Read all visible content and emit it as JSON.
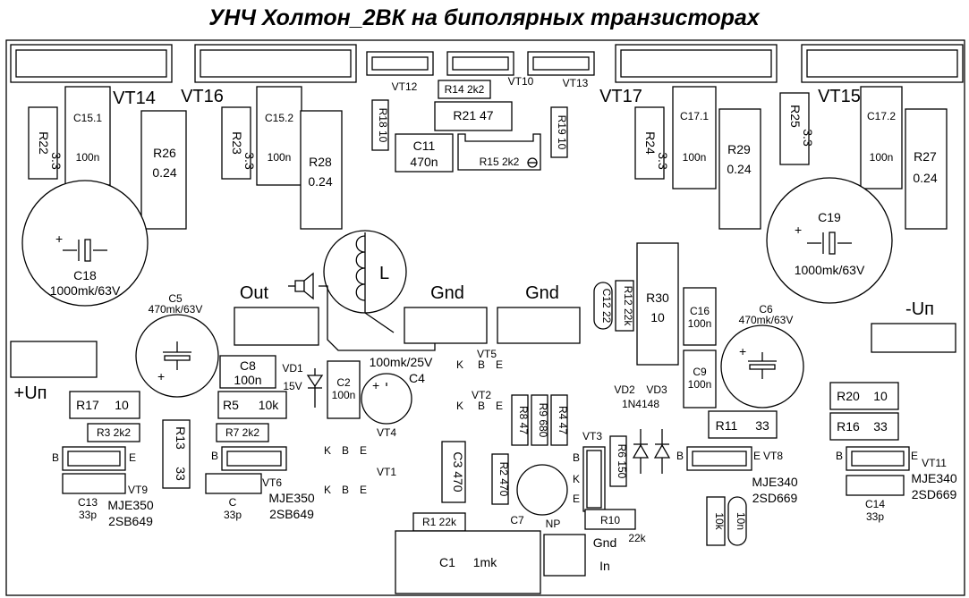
{
  "title": "УНЧ Холтон_2ВК на биполярных транзисторах",
  "labels": {
    "vt14": "VT14",
    "vt16": "VT16",
    "vt17": "VT17",
    "vt15": "VT15",
    "vt12": "VT12",
    "vt10": "VT10",
    "vt13": "VT13",
    "vt5": "VT5",
    "vt2": "VT2",
    "vt3": "VT3",
    "vt4": "VT4",
    "vt1": "VT1",
    "vt6": "VT6",
    "vt9": "VT9",
    "vt8": "VT8",
    "vt11": "VT11",
    "vd1": "VD1",
    "vd2": "VD2",
    "vd3": "VD3",
    "vd_type": "1N4148",
    "vd1_v": "15V",
    "out": "Out",
    "gnd1": "Gnd",
    "gnd2": "Gnd",
    "gnd3": "Gnd",
    "in": "In",
    "plus_up": "+Uп",
    "minus_up": "-Uп",
    "np": "NP",
    "coil": "L",
    "mje350a": "MJE350",
    "sb649a": "2SB649",
    "mje350b": "MJE350",
    "sb649b": "2SB649",
    "mje340a": "MJE340",
    "sd669a": "2SD669",
    "mje340b": "MJE340",
    "sd669b": "2SD669",
    "k": "K",
    "b": "B",
    "e": "E",
    "c_lat": "C",
    "r10_val": "22k"
  },
  "components": {
    "r22": "R22",
    "r22v": "3.3",
    "c151": "C15.1",
    "c151v": "100n",
    "r26": "R26",
    "r26v": "0.24",
    "r23": "R23",
    "r23v": "3.3",
    "c152": "C15.2",
    "c152v": "100n",
    "r28": "R28",
    "r28v": "0.24",
    "r18": "R18",
    "r18v": "10",
    "r14": "R14",
    "r14v": "2k2",
    "r21": "R21",
    "r21v": "47",
    "c11": "C11",
    "c11v": "470n",
    "r15": "R15",
    "r15v": "2k2",
    "r19": "R19",
    "r19v": "10",
    "r24": "R24",
    "r24v": "3.3",
    "c171": "C17.1",
    "c171v": "100n",
    "r29": "R29",
    "r29v": "0.24",
    "r25": "R25",
    "r25v": "3.3",
    "c172": "C17.2",
    "c172v": "100n",
    "r27": "R27",
    "r27v": "0.24",
    "c18": "C18",
    "c18v": "1000mk/63V",
    "c19": "C19",
    "c19v": "1000mk/63V",
    "c5": "C5",
    "c5v": "470mk/63V",
    "c6": "C6",
    "c6v": "470mk/63V",
    "c12": "C12",
    "c12v": "22",
    "r12": "R12",
    "r12v": "22k",
    "r30": "R30",
    "r30v": "10",
    "c16": "C16",
    "c16v": "100n",
    "c9": "C9",
    "c9v": "100n",
    "c8": "C8",
    "c8v": "100n",
    "c2": "C2",
    "c2v": "100n",
    "c4": "C4",
    "c4v": "100mk/25V",
    "r5": "R5",
    "r5v": "10k",
    "r17": "R17",
    "r17v": "10",
    "r3": "R3",
    "r3v": "2k2",
    "r7": "R7",
    "r7v": "2k2",
    "r13": "R13",
    "r13v": "33",
    "r8": "R8",
    "r8v": "47",
    "r9": "R9",
    "r9v": "680",
    "r4": "R4",
    "r4v": "47",
    "r6": "R6",
    "r6v": "150",
    "r2": "R2",
    "r2v": "470",
    "c3": "C3",
    "c3v": "470",
    "r1": "R1",
    "r1v": "22k",
    "c7": "C7",
    "r10": "R10",
    "c1": "C1",
    "c1v": "1mk",
    "r11": "R11",
    "r11v": "33",
    "r20": "R20",
    "r20v": "10",
    "r16": "R16",
    "r16v": "33",
    "c13": "C13",
    "c13v": "33p",
    "c14": "C14",
    "c14v": "33p",
    "c_lbl": "C",
    "c_v": "33p",
    "small_r": "10k",
    "small_c": "10n"
  }
}
